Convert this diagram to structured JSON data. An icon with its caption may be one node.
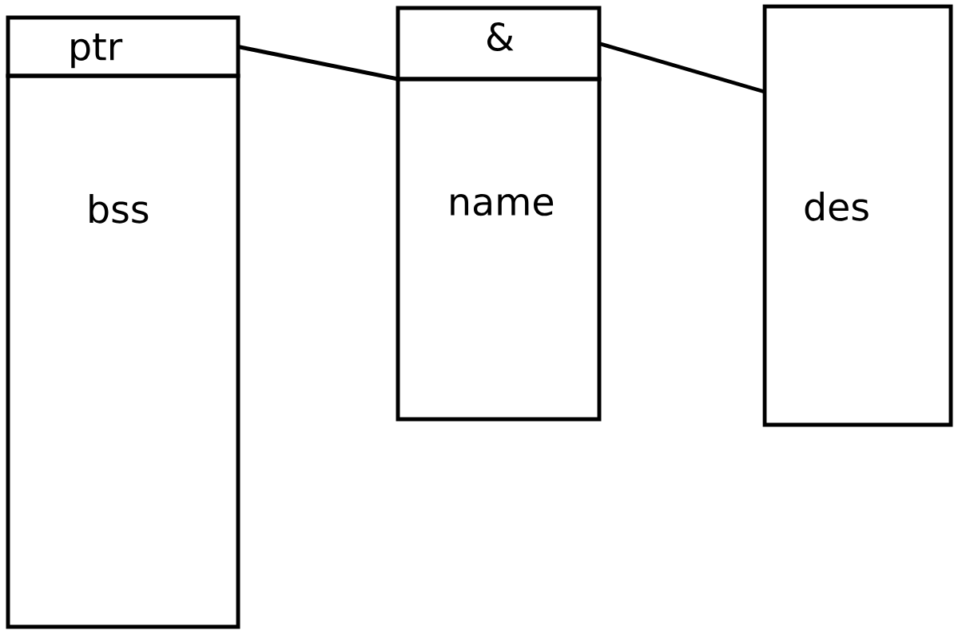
{
  "diagram": {
    "nodes": [
      {
        "text": [
          "ptr"
        ]
      },
      {
        "text": [
          "bss"
        ]
      },
      {
        "text": [
          "&"
        ]
      },
      {
        "text": [
          "name"
        ]
      },
      {
        "text": [
          "des"
        ]
      }
    ],
    "edges": [
      {
        "from": 0,
        "to": 2,
        "arrow": "none"
      },
      {
        "from": 2,
        "to": 4,
        "arrow": "none"
      }
    ]
  }
}
